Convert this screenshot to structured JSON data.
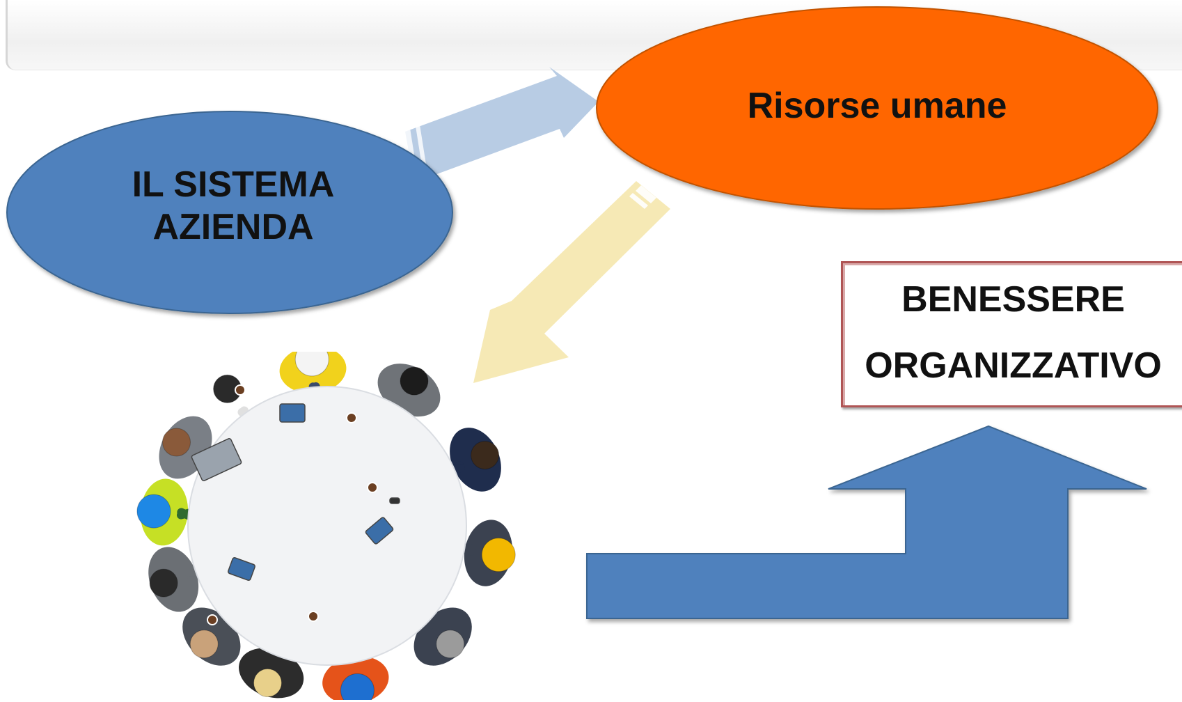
{
  "nodes": {
    "system": {
      "line1": "IL SISTEMA",
      "line2": "AZIENDA",
      "color": "#4f81bd"
    },
    "hr": {
      "label": "Risorse umane",
      "color": "#ff6600"
    },
    "wellbeing": {
      "line1": "BENESSERE",
      "line2": "ORGANIZZATIVO",
      "border_color": "#b05555"
    }
  },
  "arrows": {
    "to_hr_color": "#b8cce4",
    "to_team_color": "#f6e9b5",
    "growth_color": "#4f81bd"
  },
  "image": {
    "subject": "team meeting around a round table (top view)",
    "icon": "meeting-illustration"
  }
}
